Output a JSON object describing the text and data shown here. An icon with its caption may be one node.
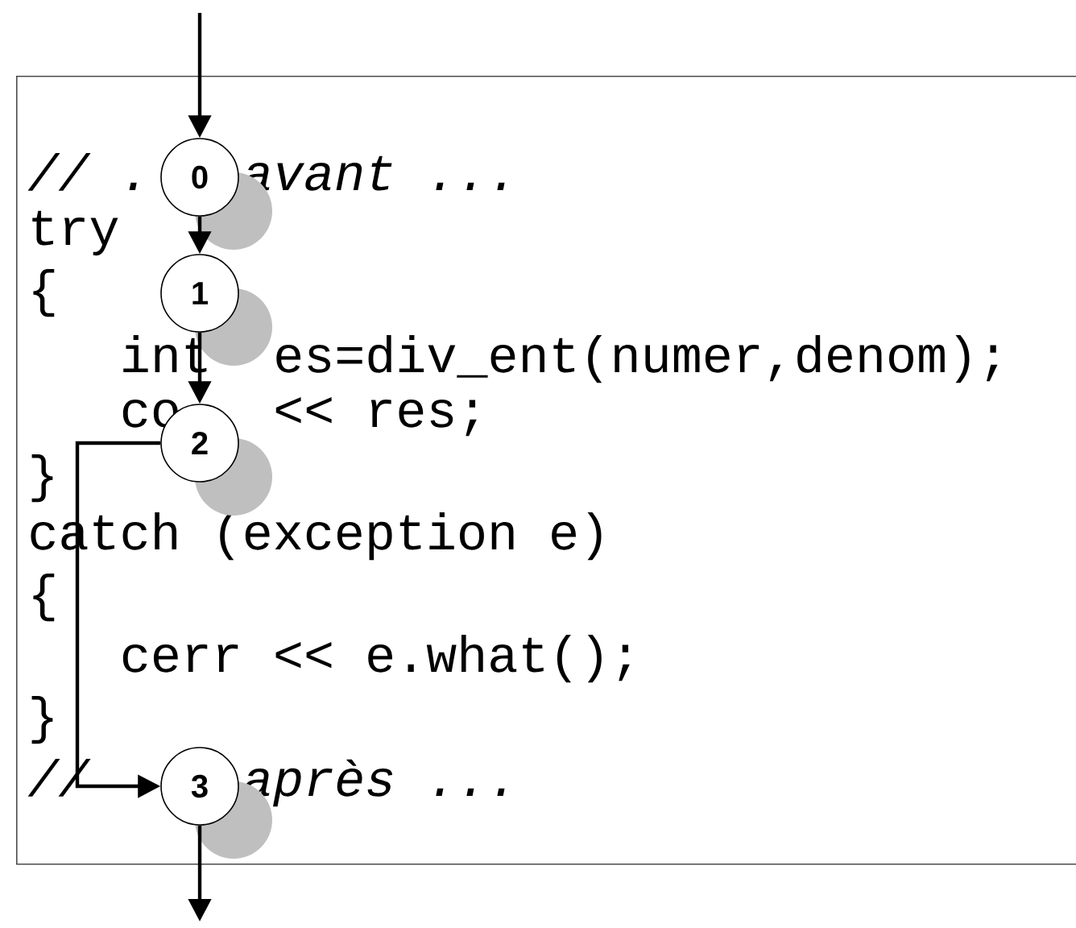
{
  "diagram": {
    "nodes": [
      {
        "text": [
          "// .",
          "avant ...",
          "try",
          "{",
          "int",
          "es=div_ent(numer,denom);",
          "co",
          "<< res;",
          "}",
          "catch (exception e)",
          "{",
          "cerr << e.what();",
          "}",
          "//",
          "après ..."
        ]
      },
      {
        "text": [
          "0"
        ],
        "in": 0
      },
      {
        "text": [
          "1"
        ],
        "in": 0
      },
      {
        "text": [
          "2"
        ],
        "in": 0
      },
      {
        "text": [
          "3"
        ],
        "in": 0
      }
    ],
    "edges": [
      {
        "from": null,
        "to": 1,
        "arrow": "to"
      },
      {
        "from": 1,
        "to": 2,
        "arrow": "to"
      },
      {
        "from": 2,
        "to": 3,
        "arrow": "to"
      },
      {
        "from": 3,
        "to": 4,
        "arrow": "to"
      },
      {
        "from": 4,
        "to": null,
        "arrow": "to"
      }
    ]
  }
}
